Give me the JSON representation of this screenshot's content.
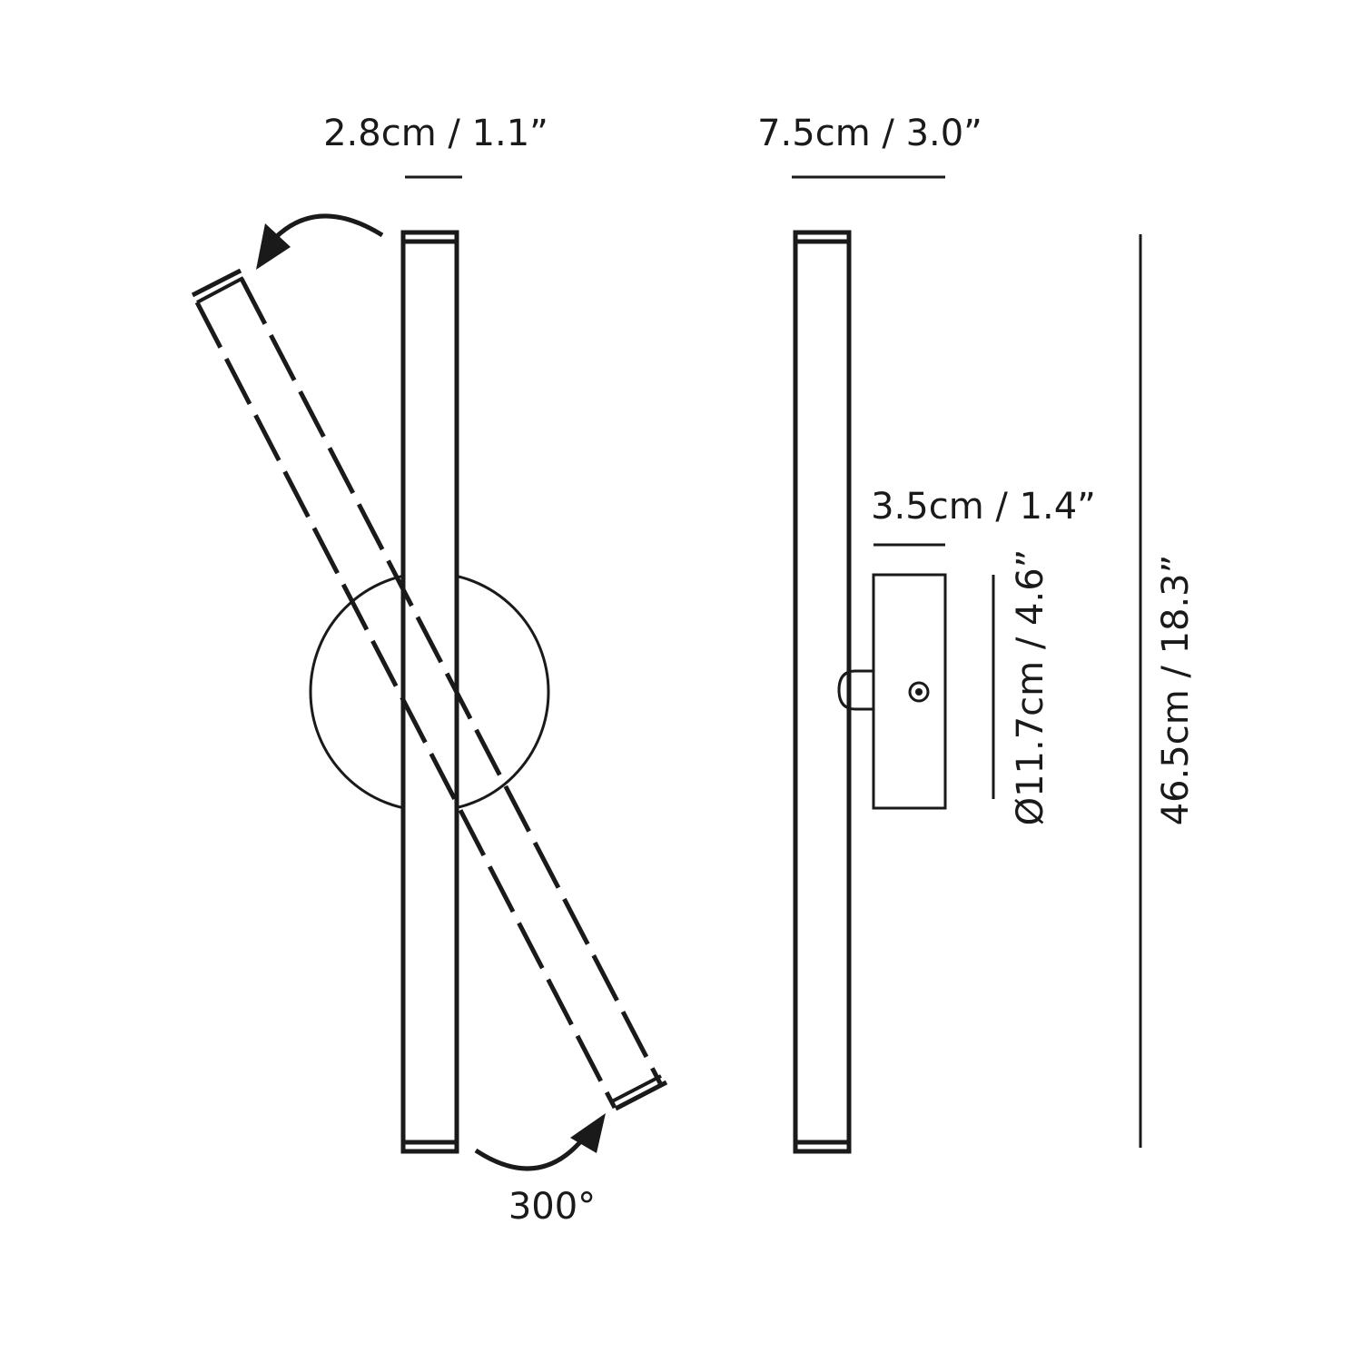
{
  "labels": {
    "front_width": "2.8cm / 1.1”",
    "side_depth": "7.5cm / 3.0”",
    "base_depth": "3.5cm / 1.4”",
    "base_diameter": "Ø11.7cm / 4.6”",
    "height": "46.5cm / 18.3”",
    "rotation": "300°"
  },
  "colors": {
    "line": "#1a1a1a",
    "background": "#ffffff"
  }
}
